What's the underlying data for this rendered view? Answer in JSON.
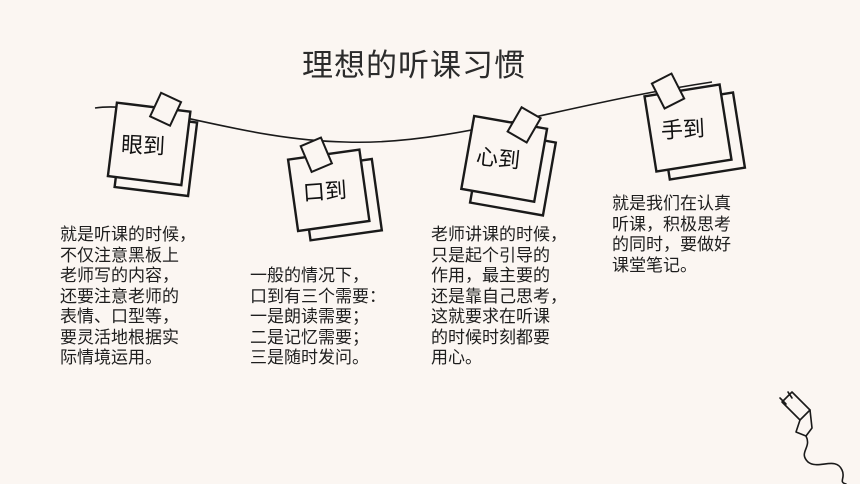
{
  "title": "理想的听课习惯",
  "notes": [
    {
      "label": "眼到",
      "text": "就是听课的时候，\n不仅注意黑板上\n老师写的内容，\n还要注意老师的\n表情、口型等，\n要灵活地根据实\n际情境运用。"
    },
    {
      "label": "口到",
      "text": "一般的情况下，\n口到有三个需要：\n一是朗读需要；\n二是记忆需要；\n三是随时发问。"
    },
    {
      "label": "心到",
      "text": "老师讲课的时候，\n只是起个引导的\n作用，最主要的\n还是靠自己思考，\n这就要求在听课\n的时候时刻都要\n用心。"
    },
    {
      "label": "手到",
      "text": "就是我们在认真\n听课，积极思考\n的同时，要做好\n课堂笔记。"
    }
  ],
  "colors": {
    "background": "#fbf6f2",
    "ink": "#1a1a1a"
  },
  "icons": [
    "string-line",
    "tape-strip",
    "hand-drawn-plug-icon"
  ]
}
